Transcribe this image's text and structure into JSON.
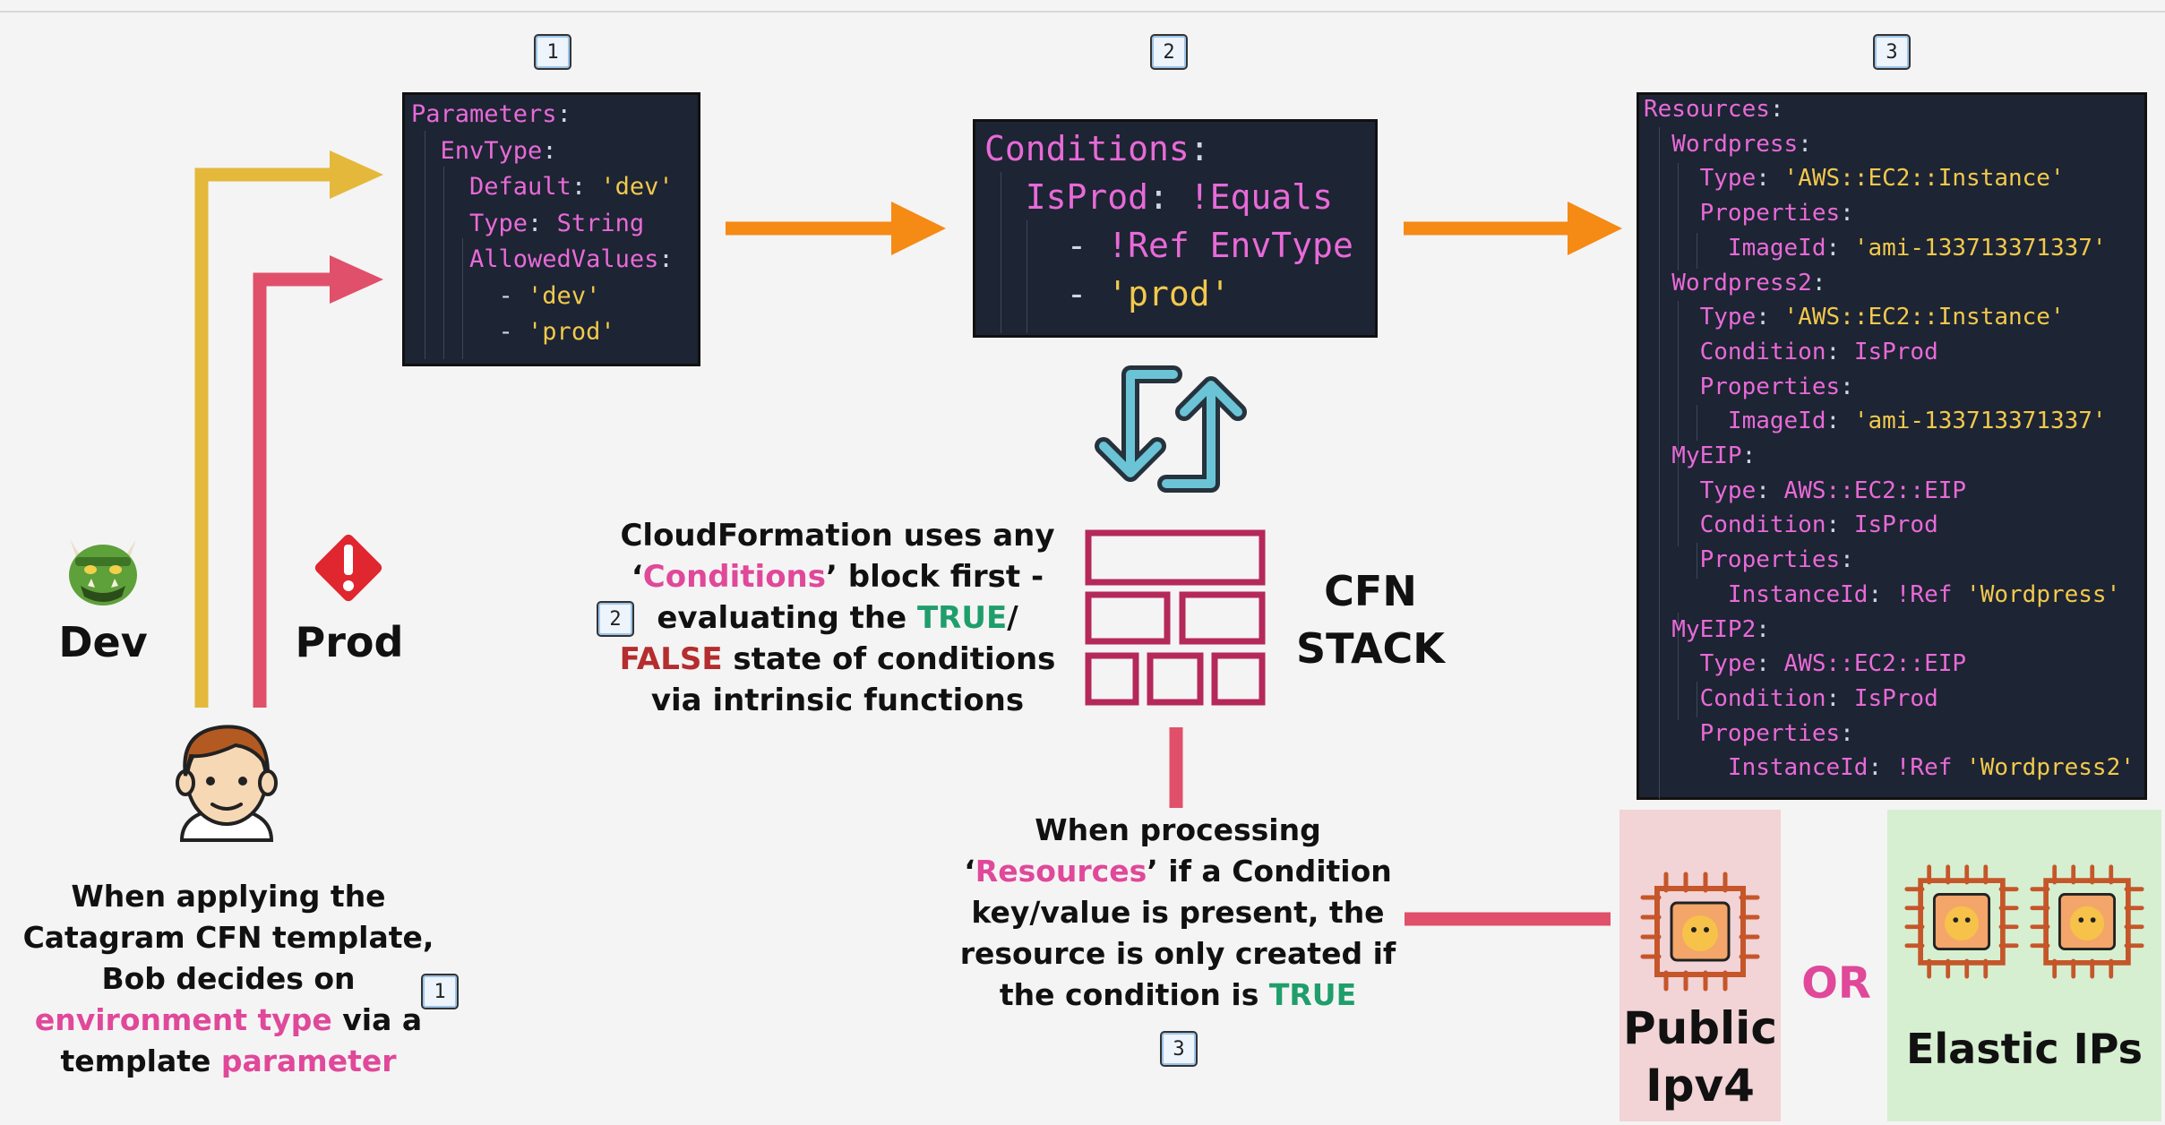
{
  "steps": {
    "s1": "1",
    "s2": "2",
    "s3": "3"
  },
  "params_block": {
    "lines": [
      [
        {
          "t": "Parameters",
          "c": "k"
        },
        {
          "t": ":",
          "c": "p"
        }
      ],
      [
        {
          "t": "  EnvType",
          "c": "k"
        },
        {
          "t": ":",
          "c": "p"
        }
      ],
      [
        {
          "t": "    Default",
          "c": "k"
        },
        {
          "t": ": ",
          "c": "p"
        },
        {
          "t": "'dev'",
          "c": "s"
        }
      ],
      [
        {
          "t": "    Type",
          "c": "k"
        },
        {
          "t": ": ",
          "c": "p"
        },
        {
          "t": "String",
          "c": "k"
        }
      ],
      [
        {
          "t": "    AllowedValues",
          "c": "k"
        },
        {
          "t": ":",
          "c": "p"
        }
      ],
      [
        {
          "t": "      - ",
          "c": "p"
        },
        {
          "t": "'dev'",
          "c": "s"
        }
      ],
      [
        {
          "t": "      - ",
          "c": "p"
        },
        {
          "t": "'prod'",
          "c": "s"
        }
      ]
    ]
  },
  "conditions_block": {
    "lines": [
      [
        {
          "t": "Conditions",
          "c": "k"
        },
        {
          "t": ":",
          "c": "p"
        }
      ],
      [
        {
          "t": "  IsProd",
          "c": "k"
        },
        {
          "t": ": ",
          "c": "p"
        },
        {
          "t": "!Equals",
          "c": "k"
        }
      ],
      [
        {
          "t": "    - ",
          "c": "p"
        },
        {
          "t": "!Ref EnvType",
          "c": "k"
        }
      ],
      [
        {
          "t": "    - ",
          "c": "p"
        },
        {
          "t": "'prod'",
          "c": "s"
        }
      ]
    ]
  },
  "resources_block": {
    "lines": [
      [
        {
          "t": "Resources",
          "c": "k"
        },
        {
          "t": ":",
          "c": "p"
        }
      ],
      [
        {
          "t": "  Wordpress",
          "c": "k"
        },
        {
          "t": ":",
          "c": "p"
        }
      ],
      [
        {
          "t": "    Type",
          "c": "k"
        },
        {
          "t": ": ",
          "c": "p"
        },
        {
          "t": "'AWS::EC2::Instance'",
          "c": "s"
        }
      ],
      [
        {
          "t": "    Properties",
          "c": "k"
        },
        {
          "t": ":",
          "c": "p"
        }
      ],
      [
        {
          "t": "      ImageId",
          "c": "k"
        },
        {
          "t": ": ",
          "c": "p"
        },
        {
          "t": "'ami-133713371337'",
          "c": "s"
        }
      ],
      [
        {
          "t": "  Wordpress2",
          "c": "k"
        },
        {
          "t": ":",
          "c": "p"
        }
      ],
      [
        {
          "t": "    Type",
          "c": "k"
        },
        {
          "t": ": ",
          "c": "p"
        },
        {
          "t": "'AWS::EC2::Instance'",
          "c": "s"
        }
      ],
      [
        {
          "t": "    Condition",
          "c": "k"
        },
        {
          "t": ": ",
          "c": "p"
        },
        {
          "t": "IsProd",
          "c": "k"
        }
      ],
      [
        {
          "t": "    Properties",
          "c": "k"
        },
        {
          "t": ":",
          "c": "p"
        }
      ],
      [
        {
          "t": "      ImageId",
          "c": "k"
        },
        {
          "t": ": ",
          "c": "p"
        },
        {
          "t": "'ami-133713371337'",
          "c": "s"
        }
      ],
      [
        {
          "t": "  MyEIP",
          "c": "k"
        },
        {
          "t": ":",
          "c": "p"
        }
      ],
      [
        {
          "t": "    Type",
          "c": "k"
        },
        {
          "t": ": ",
          "c": "p"
        },
        {
          "t": "AWS::EC2::EIP",
          "c": "k"
        }
      ],
      [
        {
          "t": "    Condition",
          "c": "k"
        },
        {
          "t": ": ",
          "c": "p"
        },
        {
          "t": "IsProd",
          "c": "k"
        }
      ],
      [
        {
          "t": "    Properties",
          "c": "k"
        },
        {
          "t": ":",
          "c": "p"
        }
      ],
      [
        {
          "t": "      InstanceId",
          "c": "k"
        },
        {
          "t": ": ",
          "c": "p"
        },
        {
          "t": "!Ref ",
          "c": "k"
        },
        {
          "t": "'Wordpress'",
          "c": "s"
        }
      ],
      [
        {
          "t": "  MyEIP2",
          "c": "k"
        },
        {
          "t": ":",
          "c": "p"
        }
      ],
      [
        {
          "t": "    Type",
          "c": "k"
        },
        {
          "t": ": ",
          "c": "p"
        },
        {
          "t": "AWS::EC2::EIP",
          "c": "k"
        }
      ],
      [
        {
          "t": "    Condition",
          "c": "k"
        },
        {
          "t": ": ",
          "c": "p"
        },
        {
          "t": "IsProd",
          "c": "k"
        }
      ],
      [
        {
          "t": "    Properties",
          "c": "k"
        },
        {
          "t": ":",
          "c": "p"
        }
      ],
      [
        {
          "t": "      InstanceId",
          "c": "k"
        },
        {
          "t": ": ",
          "c": "p"
        },
        {
          "t": "!Ref ",
          "c": "k"
        },
        {
          "t": "'Wordpress2'",
          "c": "s"
        }
      ]
    ]
  },
  "labels": {
    "dev": "Dev",
    "prod": "Prod",
    "cfn_stack_1": "CFN",
    "cfn_stack_2": "STACK",
    "or": "OR",
    "public_1": "Public",
    "public_2": "Ipv4",
    "elastic": "Elastic IPs"
  },
  "text_left": {
    "l1": "When applying the",
    "l2": "Catagram CFN template,",
    "l3": "Bob decides on",
    "l4a": "environment type",
    "l4b": " via a",
    "l5a": "template ",
    "l5b": "parameter"
  },
  "text_mid": {
    "l1": "CloudFormation uses any",
    "l2a": "‘",
    "l2b": "Conditions",
    "l2c": "’ block first -",
    "l3a": "evaluating the ",
    "l3b": "TRUE",
    "l3c": "/",
    "l4a": "FALSE",
    "l4b": " state of conditions",
    "l5": "via intrinsic functions"
  },
  "text_bottom": {
    "l1": "When processing",
    "l2a": "‘",
    "l2b": "Resources",
    "l2c": "’ if a Condition",
    "l3": "key/value is present, the",
    "l4": "resource is only created if",
    "l5a": "the condition is ",
    "l5b": "TRUE"
  },
  "colors": {
    "dev_arrow": "#e4b83a",
    "prod_arrow": "#e0506a",
    "flow_arrow": "#f58a14",
    "stack": "#b5285a",
    "connector": "#e0506a",
    "public_bg": "#f2d3d6",
    "elastic_bg": "#d6efd0",
    "chip": "#c5562a"
  },
  "icons": [
    "ogre-icon",
    "warning-icon",
    "person-icon",
    "sync-arrows-icon",
    "cfn-stack-icon",
    "chip-icon"
  ]
}
